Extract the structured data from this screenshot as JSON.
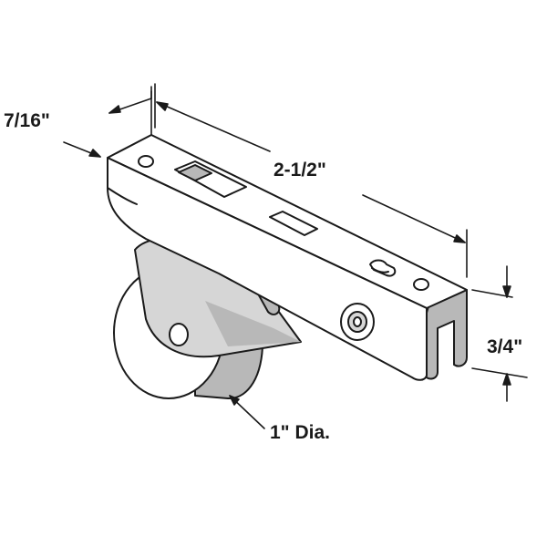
{
  "colors": {
    "line": "#1a1a1a",
    "shade": "#b8b8b8",
    "mid": "#d6d6d6",
    "background": "#ffffff"
  },
  "dimensions": {
    "width_label": "7/16\"",
    "length_label": "2-1/2\"",
    "height_label": "3/4\"",
    "wheel_label": "1\" Dia."
  }
}
